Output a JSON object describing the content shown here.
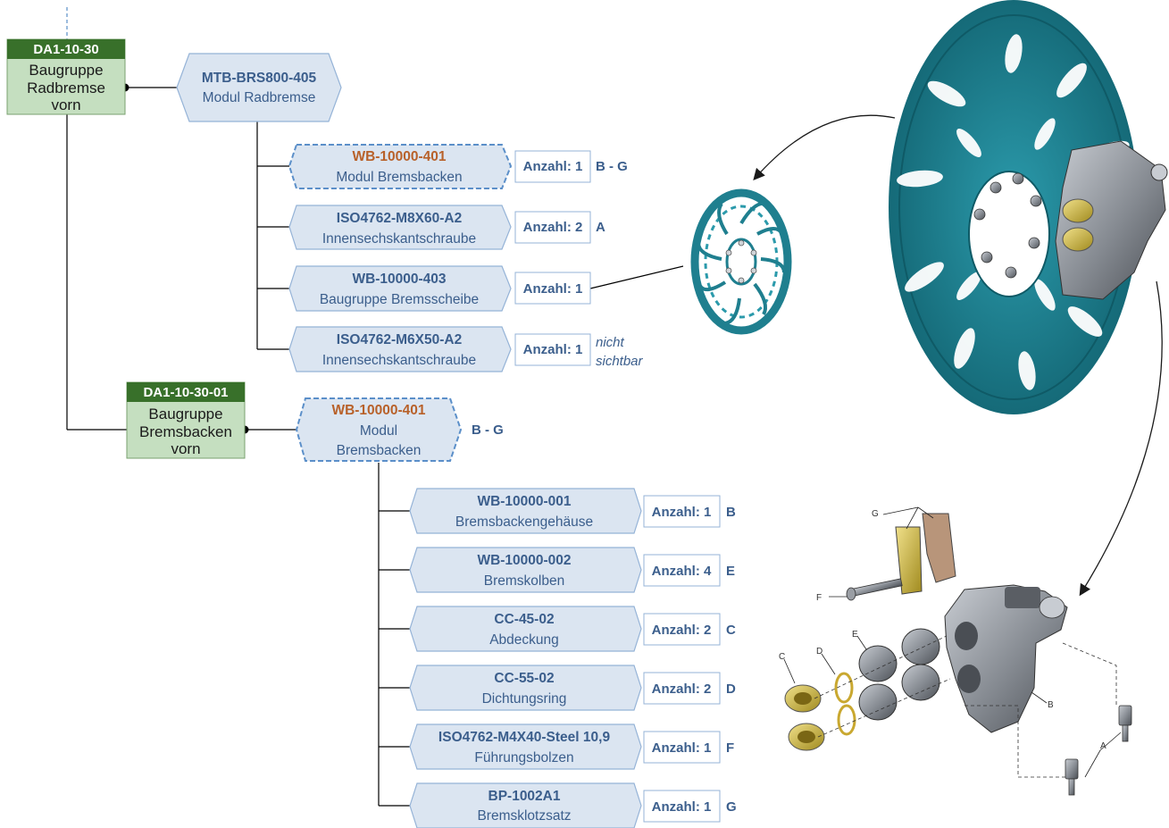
{
  "assemblies": [
    {
      "code": "DA1-10-30",
      "lines": [
        "Baugruppe",
        "Radbremse",
        "vorn"
      ]
    },
    {
      "code": "DA1-10-30-01",
      "lines": [
        "Baugruppe",
        "Bremsbacken",
        "vorn"
      ]
    }
  ],
  "modules": [
    {
      "pn": "MTB-BRS800-405",
      "desc": [
        "Modul Radbremse"
      ]
    },
    {
      "pn": "WB-10000-401",
      "desc": [
        "Modul",
        "Bremsbacken"
      ],
      "pos": "B - G"
    }
  ],
  "upper_items": [
    {
      "pn": "WB-10000-401",
      "desc": "Modul Bremsbacken",
      "qty": "Anzahl: 1",
      "pos": "B - G"
    },
    {
      "pn": "ISO4762-M8X60-A2",
      "desc": "Innensechskantschraube",
      "qty": "Anzahl: 2",
      "pos": "A"
    },
    {
      "pn": "WB-10000-403",
      "desc": "Baugruppe Bremsscheibe",
      "qty": "Anzahl: 1",
      "pos": ""
    },
    {
      "pn": "ISO4762-M6X50-A2",
      "desc": "Innensechskantschraube",
      "qty": "Anzahl: 1",
      "note": [
        "nicht",
        "sichtbar"
      ]
    }
  ],
  "lower_items": [
    {
      "pn": "WB-10000-001",
      "desc": "Bremsbackengehäuse",
      "qty": "Anzahl: 1",
      "pos": "B"
    },
    {
      "pn": "WB-10000-002",
      "desc": "Bremskolben",
      "qty": "Anzahl: 4",
      "pos": "E"
    },
    {
      "pn": "CC-45-02",
      "desc": "Abdeckung",
      "qty": "Anzahl: 2",
      "pos": "C"
    },
    {
      "pn": "CC-55-02",
      "desc": "Dichtungsring",
      "qty": "Anzahl: 2",
      "pos": "D"
    },
    {
      "pn": "ISO4762-M4X40-Steel 10,9",
      "desc": "Führungsbolzen",
      "qty": "Anzahl: 1",
      "pos": "F"
    },
    {
      "pn": "BP-1002A1",
      "desc": "Bremsklotzsatz",
      "qty": "Anzahl: 1",
      "pos": "G"
    }
  ],
  "exploded_labels": [
    "G",
    "F",
    "C",
    "D",
    "E",
    "B",
    "A"
  ],
  "colors": {
    "assembly_header": "#38702a",
    "assembly_body": "#c5dfc0",
    "item_fill": "#dbe5f1",
    "item_stroke": "#95b3d7",
    "text_blue": "#3b5e8c",
    "text_orange": "#b8612a",
    "disc": "#1f7f8f",
    "caliper": "#8a8e94"
  }
}
